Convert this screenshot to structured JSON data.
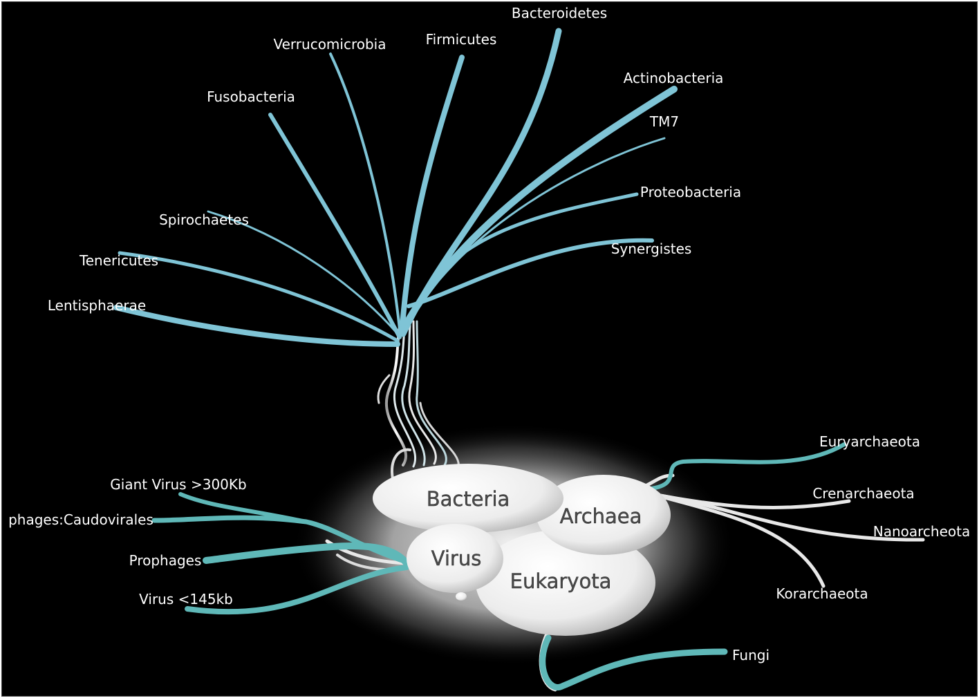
{
  "domains": {
    "bacteria": "Bacteria",
    "archaea": "Archaea",
    "virus": "Virus",
    "eukaryota": "Eukaryota"
  },
  "bacteria_branches": [
    "Bacteroidetes",
    "Firmicutes",
    "Verrucomicrobia",
    "Fusobacteria",
    "Actinobacteria",
    "TM7",
    "Proteobacteria",
    "Synergistes",
    "Spirochaetes",
    "Tenericutes",
    "Lentisphaerae"
  ],
  "archaea_branches": [
    "Euryarchaeota",
    "Crenarchaeota",
    "Nanoarcheota",
    "Korarchaeota"
  ],
  "virus_branches": [
    "Giant Virus >300Kb",
    "phages:Caudovirales",
    "Prophages",
    "Virus <145kb"
  ],
  "eukaryota_branches": [
    "Fungi"
  ],
  "colors": {
    "background": "#000000",
    "bacteria_branch": "#7fc4d6",
    "virus_branch": "#5fb8b8",
    "archaea_branch_teal": "#5fb8b8",
    "archaea_branch_white": "#e8e8e8",
    "domain_fill": "#f2f2f2"
  }
}
